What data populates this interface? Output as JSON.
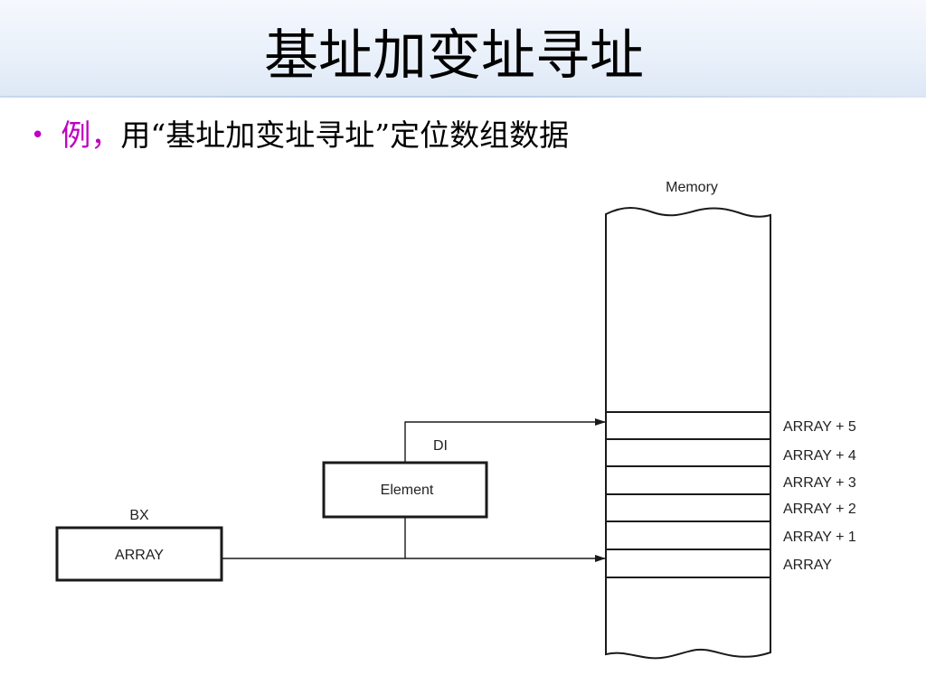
{
  "slide": {
    "title": "基址加变址寻址",
    "bullet": {
      "lead": "例，",
      "text": "用“基址加变址寻址”定位数组数据"
    }
  },
  "diagram": {
    "memory_label": "Memory",
    "registers": {
      "bx": {
        "name": "BX",
        "value": "ARRAY"
      },
      "di": {
        "name": "DI",
        "value": "Element"
      }
    },
    "cell_labels": [
      "ARRAY + 5",
      "ARRAY + 4",
      "ARRAY + 3",
      "ARRAY + 2",
      "ARRAY + 1",
      "ARRAY"
    ]
  },
  "colors": {
    "bullet_accent": "#c000c0",
    "title_band": "#e9f0fa",
    "line": "#1a1a1a"
  }
}
